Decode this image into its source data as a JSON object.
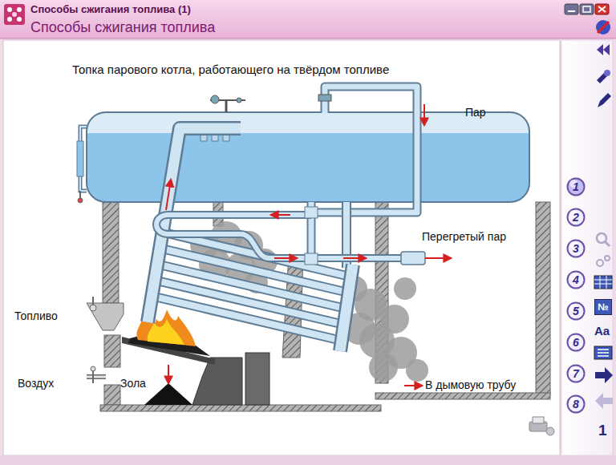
{
  "diagram": {
    "title": "Способы сжигания топлива (1)",
    "nodes": [
      {
        "text": [
          "1"
        ]
      },
      {
        "text": [
          "2"
        ]
      },
      {
        "text": [
          "3"
        ]
      },
      {
        "text": [
          "4"
        ]
      },
      {
        "text": [
          "5"
        ]
      },
      {
        "text": [
          "6"
        ]
      },
      {
        "text": [
          "7"
        ]
      },
      {
        "text": [
          "8"
        ]
      },
      {
        "text": [
          "№"
        ]
      }
    ],
    "labels": [
      "Способы сжигания топлива",
      "Топка парового котла, работающего на твёрдом топливе",
      "Пар",
      "Перегретый пар",
      "Топливо",
      "Воздух",
      "Зола",
      "В дымовую трубу",
      "Aa",
      "1"
    ]
  }
}
